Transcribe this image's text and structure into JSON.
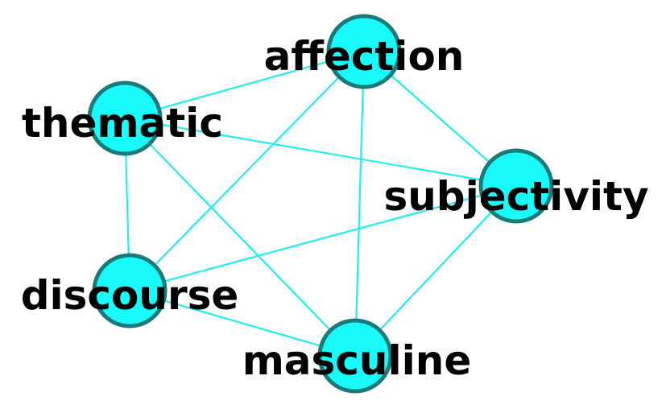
{
  "graph": {
    "nodes": [
      {
        "id": "affection",
        "label": "affection"
      },
      {
        "id": "thematic",
        "label": "thematic"
      },
      {
        "id": "subjectivity",
        "label": "subjectivity"
      },
      {
        "id": "discourse",
        "label": "discourse"
      },
      {
        "id": "masculine",
        "label": "masculine"
      }
    ],
    "edges": [
      {
        "source": "thematic",
        "target": "affection"
      },
      {
        "source": "thematic",
        "target": "subjectivity"
      },
      {
        "source": "thematic",
        "target": "discourse"
      },
      {
        "source": "thematic",
        "target": "masculine"
      },
      {
        "source": "affection",
        "target": "subjectivity"
      },
      {
        "source": "affection",
        "target": "discourse"
      },
      {
        "source": "affection",
        "target": "masculine"
      },
      {
        "source": "subjectivity",
        "target": "discourse"
      },
      {
        "source": "subjectivity",
        "target": "masculine"
      },
      {
        "source": "discourse",
        "target": "masculine"
      }
    ],
    "colors": {
      "node_fill": "#19fbfb",
      "node_stroke": "#1a7a7a",
      "edge": "#22eeee",
      "label": "#000000"
    }
  }
}
